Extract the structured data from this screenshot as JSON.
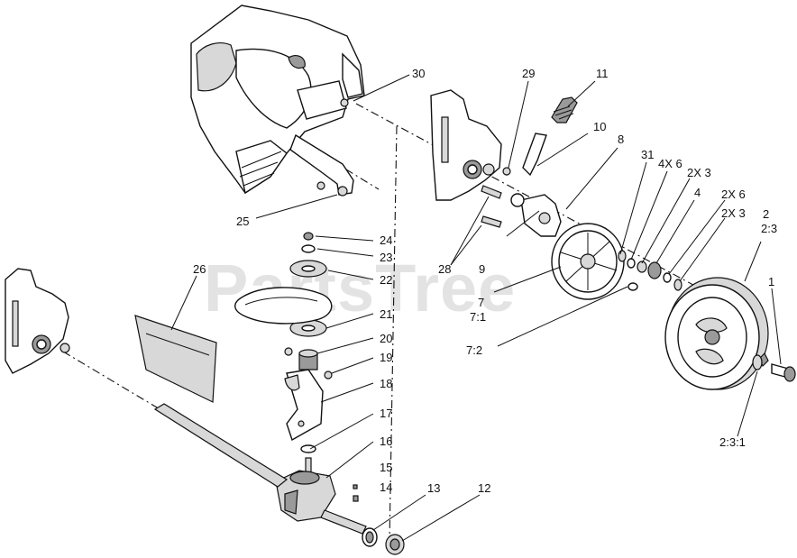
{
  "watermark": "PartsTree",
  "callouts": [
    "1",
    "2",
    "2:3",
    "2:3:1",
    "2X 3",
    "2X 6",
    "4",
    "2X 3",
    "4X 6",
    "31",
    "7",
    "7:1",
    "7:2",
    "8",
    "9",
    "10",
    "11",
    "12",
    "13",
    "14",
    "15",
    "16",
    "17",
    "18",
    "19",
    "20",
    "21",
    "22",
    "23",
    "24",
    "25",
    "26",
    "28",
    "29",
    "30"
  ]
}
